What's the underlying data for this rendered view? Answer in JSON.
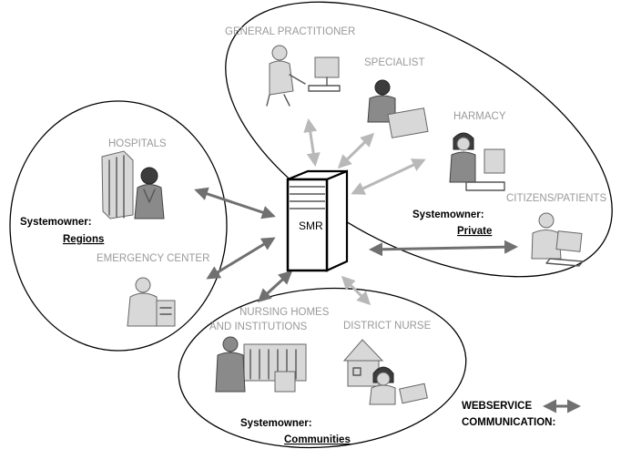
{
  "server": {
    "label": "SMR"
  },
  "groups": {
    "regions": {
      "owner_title": "Systemowner:",
      "owner_name": "Regions",
      "nodes": [
        {
          "label": "HOSPITALS",
          "icon": "hospital-staff-icon"
        },
        {
          "label": "EMERGENCY CENTER",
          "icon": "paramedic-icon"
        }
      ]
    },
    "private": {
      "owner_title": "Systemowner:",
      "owner_name": "Private",
      "nodes": [
        {
          "label": "GENERAL PRACTITIONER",
          "icon": "doctor-at-computer-icon"
        },
        {
          "label": "SPECIALIST",
          "icon": "specialist-laptop-icon"
        },
        {
          "label": "HARMACY",
          "icon": "pharmacist-icon"
        },
        {
          "label": "CITIZENS/PATIENTS",
          "icon": "patient-laptop-icon"
        }
      ]
    },
    "communities": {
      "owner_title": "Systemowner:",
      "owner_name": "Communities",
      "nodes": [
        {
          "label_lines": [
            "NURSING HOMES",
            "AND INSTITUTIONS"
          ],
          "icon": "nursing-home-icon"
        },
        {
          "label": "DISTRICT NURSE",
          "icon": "district-nurse-icon"
        }
      ]
    }
  },
  "legend": {
    "lines": [
      "WEBSERVICE",
      "COMMUNICATION:"
    ],
    "icon": "double-arrow-icon"
  },
  "colors": {
    "arrow_dark": "#707070",
    "arrow_light": "#b8b8b8",
    "label_gray": "#9a9a9a",
    "ellipse_stroke": "#000000"
  }
}
